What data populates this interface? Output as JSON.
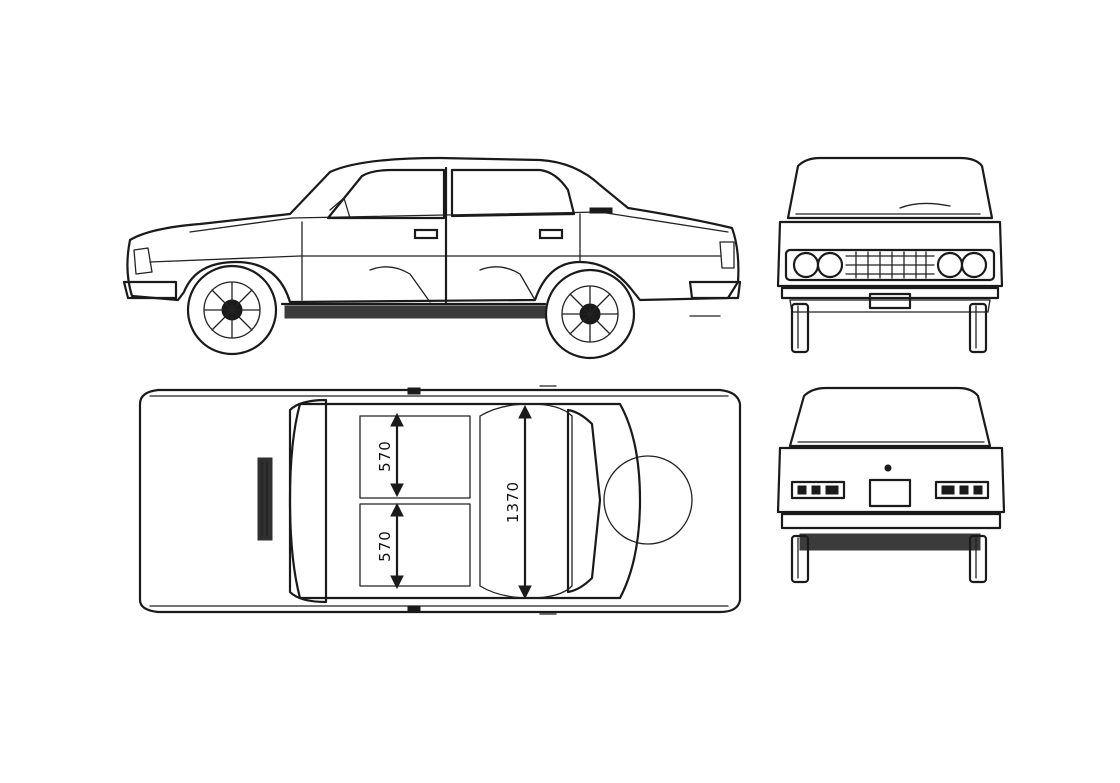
{
  "diagram": {
    "views": [
      {
        "id": "side-view"
      },
      {
        "id": "front-view"
      },
      {
        "id": "top-view"
      },
      {
        "id": "rear-view"
      }
    ],
    "dimensions": {
      "front_seat_width": "570",
      "rear_seat_width": "570",
      "cabin_width": "1370"
    },
    "colors": {
      "line": "#1a1a1a",
      "background": "#ffffff"
    }
  }
}
